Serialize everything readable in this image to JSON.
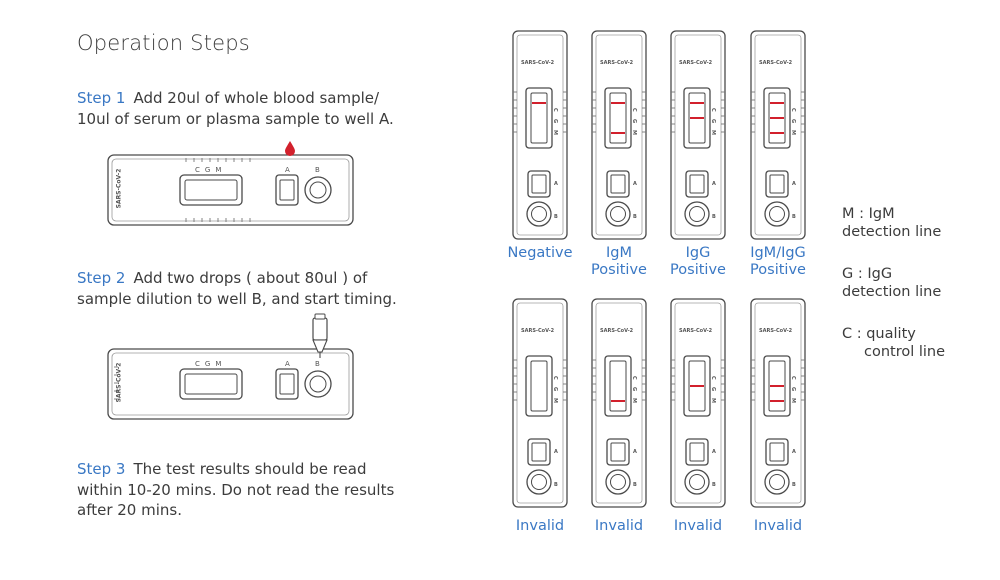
{
  "title": "Operation Steps",
  "steps": [
    {
      "label": "Step 1",
      "line1": "Add 20ul of whole blood sample/",
      "line2": "10ul of serum or plasma sample to well A."
    },
    {
      "label": "Step 2",
      "line1": "Add two drops ( about 80ul ) of",
      "line2": "sample dilution to well B, and start timing."
    },
    {
      "label": "Step 3",
      "line1": "The test results should be read",
      "line2": "within 10-20 mins. Do not read the results",
      "line3": "after 20 mins."
    }
  ],
  "device": {
    "brand": "SARS-CoV-2",
    "letters": [
      "C",
      "G",
      "M"
    ],
    "well_a": "A",
    "well_b": "B"
  },
  "cassettes": [
    {
      "caption": [
        "Negative"
      ],
      "lines": [
        "C"
      ]
    },
    {
      "caption": [
        "IgM",
        "Positive"
      ],
      "lines": [
        "C",
        "M"
      ]
    },
    {
      "caption": [
        "IgG",
        "Positive"
      ],
      "lines": [
        "C",
        "G"
      ]
    },
    {
      "caption": [
        "IgM/IgG",
        "Positive"
      ],
      "lines": [
        "C",
        "G",
        "M"
      ]
    },
    {
      "caption": [
        "Invalid"
      ],
      "lines": []
    },
    {
      "caption": [
        "Invalid"
      ],
      "lines": [
        "M"
      ]
    },
    {
      "caption": [
        "Invalid"
      ],
      "lines": [
        "G"
      ]
    },
    {
      "caption": [
        "Invalid"
      ],
      "lines": [
        "G",
        "M"
      ]
    }
  ],
  "legend": [
    {
      "line1": "M : IgM",
      "line2": "detection line"
    },
    {
      "line1": "G : IgG",
      "line2": "detection line"
    },
    {
      "line1": "C : quality",
      "line2": "control line"
    }
  ],
  "colors": {
    "accent": "#3a78c4",
    "line_red": "#d2202c",
    "outline": "#4a4a4a"
  }
}
